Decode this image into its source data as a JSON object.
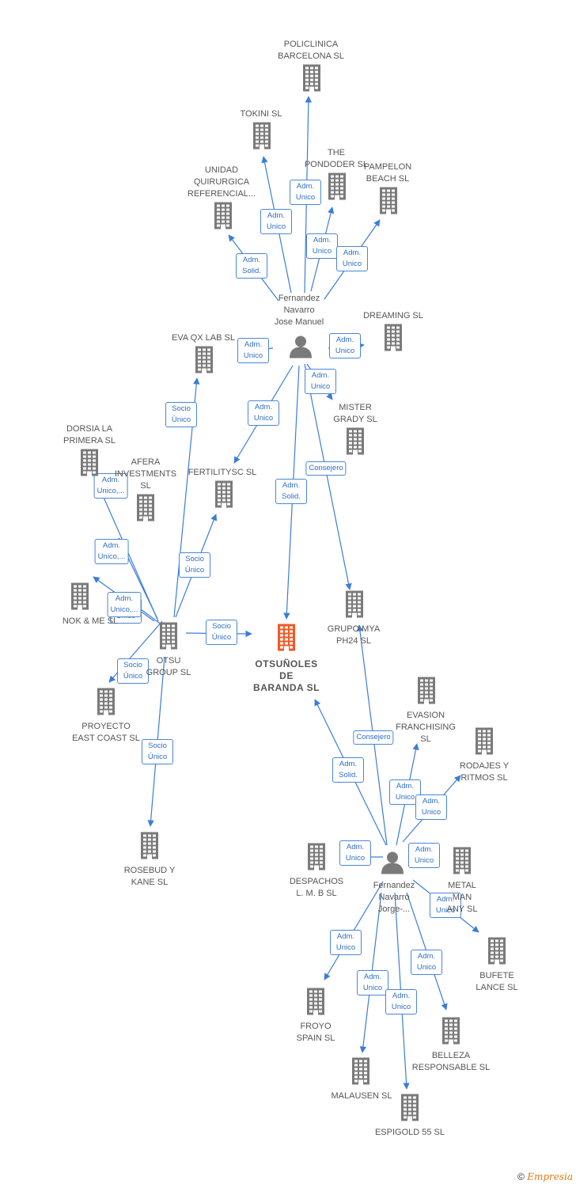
{
  "colors": {
    "edge": "#3b7dd8",
    "building": "#7a7a7a",
    "main_building": "#f05a28",
    "person": "#7a7a7a"
  },
  "nodes": [
    {
      "id": "otsunoles",
      "label": "OTSUÑOLES\nDE\nBARANDA  SL",
      "kind": "building",
      "main": true
    },
    {
      "id": "fernandez_jose",
      "label": "Fernandez\nNavarro\nJose Manuel",
      "kind": "person"
    },
    {
      "id": "fernandez_jorge",
      "label": "Fernandez\nNavarro\nJorge-...",
      "kind": "person"
    },
    {
      "id": "policlinica",
      "label": "POLICLINICA\nBARCELONA SL",
      "kind": "building"
    },
    {
      "id": "tokini",
      "label": "TOKINI SL",
      "kind": "building"
    },
    {
      "id": "pondoder",
      "label": "THE\nPONDODER SL",
      "kind": "building"
    },
    {
      "id": "pampelon",
      "label": "PAMPELON\nBEACH  SL",
      "kind": "building"
    },
    {
      "id": "unidad",
      "label": "UNIDAD\nQUIRURGICA\nREFERENCIAL...",
      "kind": "building"
    },
    {
      "id": "dreaming",
      "label": "DREAMING SL",
      "kind": "building"
    },
    {
      "id": "evaqx",
      "label": "EVA QX LAB  SL",
      "kind": "building"
    },
    {
      "id": "mister",
      "label": "MISTER\nGRADY SL",
      "kind": "building"
    },
    {
      "id": "dorsia",
      "label": "DORSIA LA\nPRIMERA SL",
      "kind": "building"
    },
    {
      "id": "afera",
      "label": "AFERA\nINVESTMENTS\nSL",
      "kind": "building"
    },
    {
      "id": "fertilitysc",
      "label": "FERTILITYSC SL",
      "kind": "building"
    },
    {
      "id": "nokme",
      "label": "NOK & ME SL",
      "kind": "building"
    },
    {
      "id": "otsu",
      "label": "OTSU\nGROUP SL",
      "kind": "building"
    },
    {
      "id": "grupomya",
      "label": "GRUPO MYA\nPH24  SL",
      "kind": "building"
    },
    {
      "id": "proyecto",
      "label": "PROYECTO\nEAST COAST SL",
      "kind": "building"
    },
    {
      "id": "evasion",
      "label": "EVASION\nFRANCHISING\nSL",
      "kind": "building"
    },
    {
      "id": "rodajes",
      "label": "RODAJES Y\nRITMOS SL",
      "kind": "building"
    },
    {
      "id": "rosebud",
      "label": "ROSEBUD Y\nKANE  SL",
      "kind": "building"
    },
    {
      "id": "despachos",
      "label": "DESPACHOS\nL.  M. B SL",
      "kind": "building"
    },
    {
      "id": "metal",
      "label": "METAL\nMAN\nANY SL",
      "kind": "building"
    },
    {
      "id": "bufete",
      "label": "BUFETE\nLANCE SL",
      "kind": "building"
    },
    {
      "id": "froyo",
      "label": "FROYO\nSPAIN SL",
      "kind": "building"
    },
    {
      "id": "belleza",
      "label": "BELLEZA\nRESPONSABLE SL",
      "kind": "building"
    },
    {
      "id": "malausen",
      "label": "MALAUSEN SL",
      "kind": "building"
    },
    {
      "id": "espigold",
      "label": "ESPIGOLD 55 SL",
      "kind": "building"
    }
  ],
  "edges": [
    {
      "from": "fernandez_jose",
      "to": "policlinica",
      "label": "Adm.\nUnico"
    },
    {
      "from": "fernandez_jose",
      "to": "tokini",
      "label": "Adm.\nUnico"
    },
    {
      "from": "fernandez_jose",
      "to": "pondoder",
      "label": "Adm.\nUnico"
    },
    {
      "from": "fernandez_jose",
      "to": "pampelon",
      "label": "Adm.\nUnico"
    },
    {
      "from": "fernandez_jose",
      "to": "unidad",
      "label": "Adm.\nSolid."
    },
    {
      "from": "fernandez_jose",
      "to": "dreaming",
      "label": "Adm.\nUnico"
    },
    {
      "from": "fernandez_jose",
      "to": "evaqx",
      "label": "Adm.\nUnico"
    },
    {
      "from": "fernandez_jose",
      "to": "mister",
      "label": "Adm.\nUnico"
    },
    {
      "from": "fernandez_jose",
      "to": "fertilitysc",
      "label": "Adm.\nUnico"
    },
    {
      "from": "fernandez_jose",
      "to": "otsunoles",
      "label": "Adm.\nSolid."
    },
    {
      "from": "fernandez_jose",
      "to": "grupomya",
      "label": "Consejero"
    },
    {
      "from": "otsu",
      "to": "evaqx",
      "label": "Socio\nÚnico"
    },
    {
      "from": "otsu",
      "to": "fertilitysc",
      "label": "Socio\nÚnico"
    },
    {
      "from": "otsu",
      "to": "otsunoles",
      "label": "Socio\nÚnico"
    },
    {
      "from": "otsu",
      "to": "rosebud",
      "label": "Socio\nÚnico"
    },
    {
      "from": "otsu",
      "to": "proyecto",
      "label": "Socio\nÚnico"
    },
    {
      "from": "otsu",
      "to": "dorsia",
      "label": "Adm.\nUnico,..."
    },
    {
      "from": "otsu",
      "to": "nokme",
      "label": "Adm.\nUnico,..."
    },
    {
      "from": "otsu",
      "to": "proyecto",
      "label": "Adm.\nUnico,..."
    },
    {
      "from": "otsu",
      "to": "afera",
      "label": "Socio\nÚnico"
    },
    {
      "from": "fernandez_jorge",
      "to": "otsunoles",
      "label": "Adm.\nSolid."
    },
    {
      "from": "fernandez_jorge",
      "to": "grupomya",
      "label": "Consejero"
    },
    {
      "from": "fernandez_jorge",
      "to": "evasion",
      "label": "Adm.\nUnico"
    },
    {
      "from": "fernandez_jorge",
      "to": "rodajes",
      "label": "Adm.\nUnico"
    },
    {
      "from": "fernandez_jorge",
      "to": "despachos",
      "label": "Adm.\nUnico"
    },
    {
      "from": "fernandez_jorge",
      "to": "metal",
      "label": "Adm.\nUnico"
    },
    {
      "from": "fernandez_jorge",
      "to": "bufete",
      "label": "Adm.\nUnico"
    },
    {
      "from": "fernandez_jorge",
      "to": "froyo",
      "label": "Adm.\nUnico"
    },
    {
      "from": "fernandez_jorge",
      "to": "belleza",
      "label": "Adm.\nUnico"
    },
    {
      "from": "fernandez_jorge",
      "to": "malausen",
      "label": "Adm.\nUnico"
    },
    {
      "from": "fernandez_jorge",
      "to": "espigold",
      "label": "Adm.\nUnico"
    }
  ],
  "footer": {
    "copyright": "©",
    "brand": "Empresia"
  }
}
